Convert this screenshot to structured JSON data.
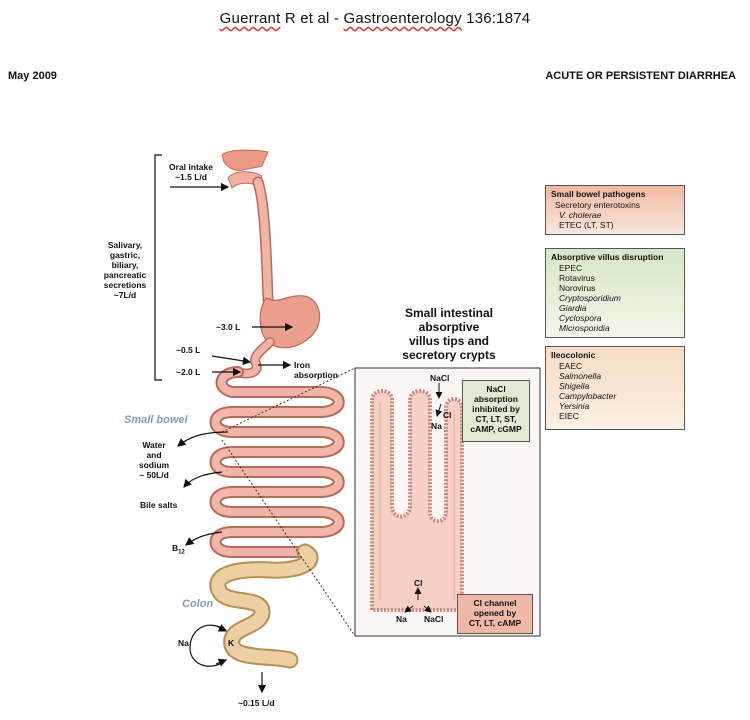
{
  "citation": {
    "pre": "Guerrant",
    "mid": " R et al - ",
    "journal": "Gastroenterology",
    "post": " 136:1874"
  },
  "header": {
    "date": "May 2009",
    "section": "ACUTE OR PERSISTENT DIARRHEA"
  },
  "labels": {
    "oral_intake": [
      "Oral intake",
      "~1.5 L/d"
    ],
    "secretions": [
      "Salivary,",
      "gastric,",
      "biliary,",
      "pancreatic",
      "secretions",
      "~7L/d"
    ],
    "stomach_vol": "~3.0 L",
    "duodenum_05": "~0.5 L",
    "duodenum_20": "~2.0 L",
    "iron": [
      "Iron",
      "absorption"
    ],
    "small_bowel": "Small bowel",
    "water_sodium": [
      "Water",
      "and",
      "sodium",
      "~ 50L/d"
    ],
    "bile_salts": "Bile salts",
    "b12": "B",
    "b12_sub": "12",
    "colon": "Colon",
    "na": "Na",
    "k": "K",
    "output": "~0.15 L/d"
  },
  "inset": {
    "title": [
      "Small intestinal",
      "absorptive",
      "villus tips and",
      "secretory crypts"
    ],
    "nacl_top": "NaCl",
    "cl_top": "Cl",
    "na_top": "Na",
    "cl_bottom": "Cl",
    "na_bottom": "Na",
    "nacl_bottom": "NaCl",
    "callout_absorption": [
      "NaCl",
      "absorption",
      "inhibited by",
      "CT, LT, ST,",
      "cAMP, cGMP"
    ],
    "callout_channel": [
      "Cl channel",
      "opened by",
      "CT, LT, cAMP"
    ]
  },
  "boxes": [
    {
      "title": "Small bowel pathogens",
      "items": [
        "Secretory enterotoxins",
        "V. cholerae",
        "ETEC (LT, ST)"
      ],
      "italic": [
        false,
        true,
        false
      ],
      "indent": [
        false,
        true,
        true
      ]
    },
    {
      "title": "Absorptive villus disruption",
      "items": [
        "EPEC",
        "Rotavirus",
        "Norovirus",
        "Cryptosporidium",
        "Giardia",
        "Cyclospora",
        "Microsporidia"
      ],
      "italic": [
        false,
        false,
        false,
        true,
        true,
        true,
        true
      ],
      "indent": [
        true,
        true,
        true,
        true,
        true,
        true,
        true
      ]
    },
    {
      "title": "Ileocolonic",
      "items": [
        "EAEC",
        "Salmonella",
        "Shigella",
        "Campylobacter",
        "Yersinia",
        "EIEC"
      ],
      "italic": [
        false,
        true,
        true,
        true,
        true,
        false
      ],
      "indent": [
        true,
        true,
        true,
        true,
        true,
        true
      ]
    }
  ],
  "colors": {
    "gut": "#e8a89c",
    "gut_edge": "#b86a5e",
    "colon": "#e7c99a",
    "colon_edge": "#b88f55",
    "villus": "#f3c2b6"
  }
}
